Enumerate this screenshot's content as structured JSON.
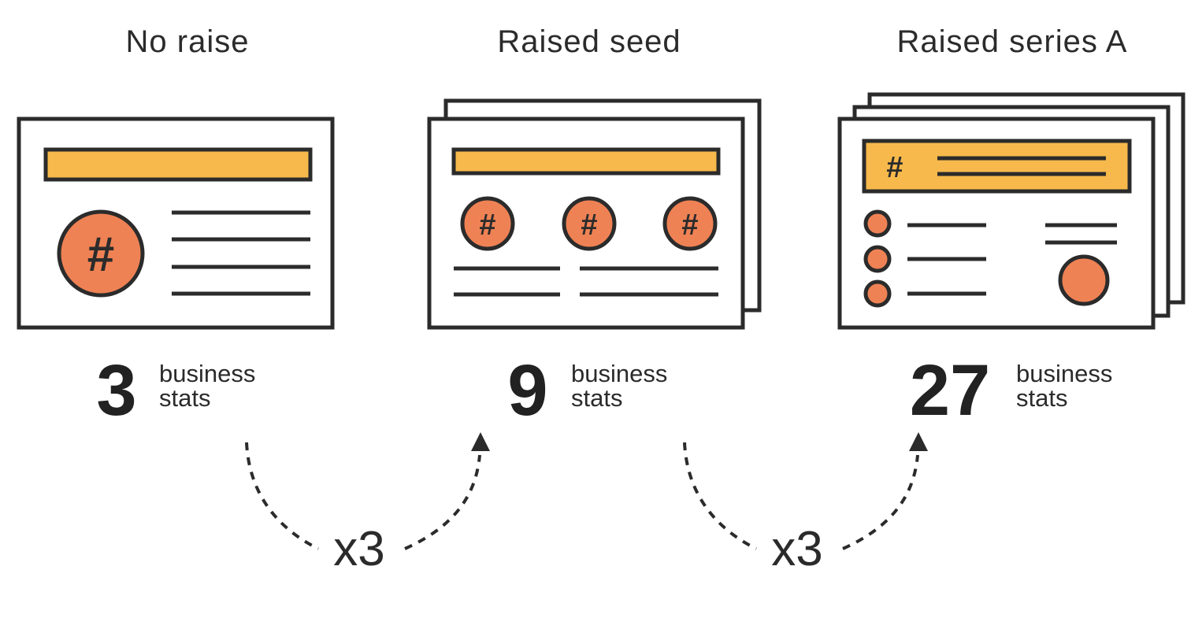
{
  "colors": {
    "outline": "#2b2b2b",
    "yellow": "#f7b94b",
    "orange": "#ef8254",
    "background": "#ffffff"
  },
  "stages": [
    {
      "title": "No raise",
      "count": "3",
      "unit_line1": "business",
      "unit_line2": "stats"
    },
    {
      "title": "Raised seed",
      "count": "9",
      "unit_line1": "business",
      "unit_line2": "stats"
    },
    {
      "title": "Raised series A",
      "count": "27",
      "unit_line1": "business",
      "unit_line2": "stats"
    }
  ],
  "multipliers": [
    {
      "label": "x3"
    },
    {
      "label": "x3"
    }
  ],
  "icons": {
    "hash_symbol": "#"
  }
}
